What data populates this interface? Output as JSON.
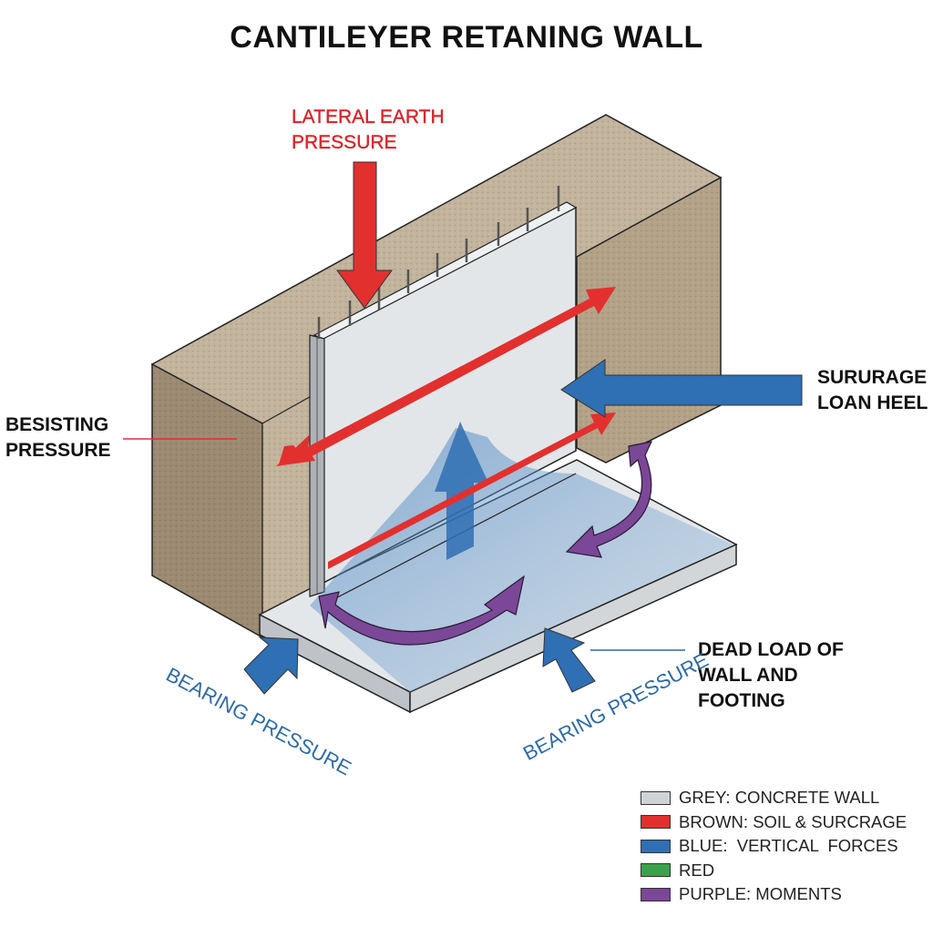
{
  "title": "CANTILEYER RETANING WALL",
  "labels": {
    "lateral_earth_pressure": [
      "LATERAL EARTH",
      "PRESSURE"
    ],
    "surcharge": [
      "SURURAGE",
      "LOAN HEEL"
    ],
    "resisting_pressure": [
      "BESISTING",
      "PRESSURE"
    ],
    "dead_load": [
      "DEAD LOAD OF",
      "WALL AND",
      "FOOTING"
    ],
    "bearing_pressure_left": "BEARING PRESSURE",
    "bearing_pressure_right": "BEARING PRESSURE"
  },
  "colors": {
    "concrete": "#e3e6e8",
    "soil": "#b6a68d",
    "soil_dark": "#8d7c66",
    "red": "#e2302f",
    "blue": "#2f6fb3",
    "purple": "#7b4797",
    "green": "#3aa24a",
    "label_blue": "#2e6aa6"
  },
  "legend": [
    {
      "color": "#d0d3d6",
      "label": "GREY: CONCRETE WALL"
    },
    {
      "color": "#e2302f",
      "label": "BROWN: SOIL & SURCRAGE"
    },
    {
      "color": "#2f6fb3",
      "label": "BLUE:  VERTICAL  FORCES"
    },
    {
      "color": "#3aa24a",
      "label": "RED"
    },
    {
      "color": "#7b4797",
      "label": "PURPLE: MOMENTS"
    }
  ]
}
